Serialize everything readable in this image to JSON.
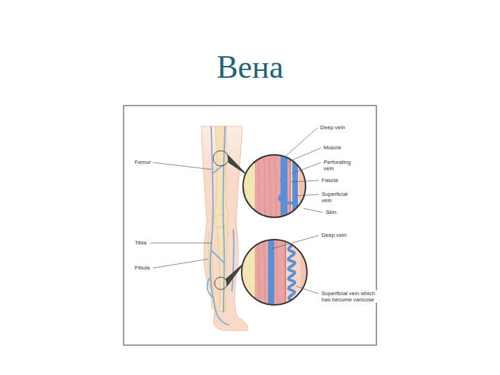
{
  "diagram": {
    "title": "Вена",
    "labels": [
      "Femur",
      "Tibia",
      "Fibula",
      "Deep vein",
      "Muscle",
      "Perforating vein",
      "Fascia",
      "Superficial vein",
      "Skin",
      "Deep vein",
      "Superficial vein which has become varicose"
    ]
  }
}
